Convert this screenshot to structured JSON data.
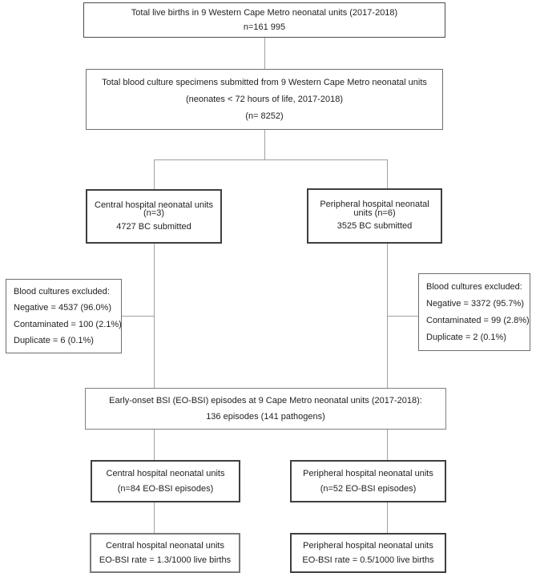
{
  "diagram": {
    "title": "Neonatal early-onset BSI blood culture flow diagram",
    "boxes": {
      "total_births": {
        "lines": [
          "Total live births in 9 Western Cape Metro neonatal units (2017-2018)",
          "n=161 995"
        ]
      },
      "total_bc": {
        "lines": [
          "Total blood culture specimens submitted from 9 Western Cape Metro neonatal units",
          "(neonates < 72 hours of life, 2017-2018)",
          "(n= 8252)"
        ]
      },
      "central_bc": {
        "lines": [
          "Central hospital neonatal units",
          "(n=3)",
          "4727 BC submitted"
        ]
      },
      "peripheral_bc": {
        "lines": [
          "Peripheral hospital neonatal",
          "units (n=6)",
          "3525 BC submitted"
        ]
      },
      "excluded_central": {
        "lines": [
          "Blood cultures excluded:",
          "Negative = 4537 (96.0%)",
          "Contaminated = 100 (2.1%)",
          "Duplicate = 6 (0.1%)"
        ]
      },
      "excluded_peripheral": {
        "lines": [
          "Blood cultures excluded:",
          "Negative = 3372 (95.7%)",
          "Contaminated = 99 (2.8%)",
          "Duplicate = 2 (0.1%)"
        ]
      },
      "eo_bsi_total": {
        "lines": [
          "Early-onset BSI (EO-BSI) episodes at 9 Cape Metro neonatal units (2017-2018):",
          "136 episodes (141 pathogens)"
        ]
      },
      "central_episodes": {
        "lines": [
          "Central hospital neonatal units",
          "(n=84 EO-BSI episodes)"
        ]
      },
      "peripheral_episodes": {
        "lines": [
          "Peripheral hospital neonatal units",
          "(n=52 EO-BSI episodes)"
        ]
      },
      "central_rate": {
        "lines": [
          "Central hospital neonatal units",
          "EO-BSI rate = 1.3/1000 live births"
        ]
      },
      "peripheral_rate": {
        "lines": [
          "Peripheral hospital neonatal units",
          "EO-BSI rate = 0.5/1000 live births"
        ]
      }
    },
    "colors": {
      "box_border_bold": "#3f3f3f",
      "box_border_light": "#6e6e6e",
      "connector": "#a0a0a0",
      "text": "#1f1f1f",
      "background": "#ffffff"
    }
  }
}
